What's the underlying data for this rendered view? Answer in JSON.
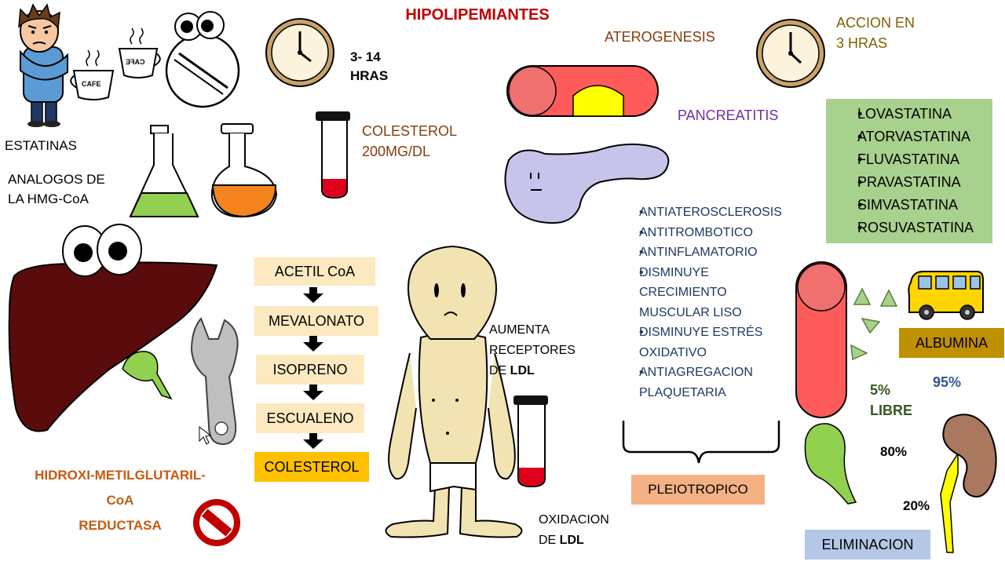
{
  "title": "HIPOLIPEMIANTES",
  "colors": {
    "title_red": "#c00000",
    "brown_text": "#843c0c",
    "orange_text": "#c55a11",
    "purple_text": "#7030a0",
    "olive_text": "#7f6000",
    "navy_text": "#1f3864",
    "dark_green_text": "#375623",
    "blue_text": "#2f5597",
    "pathway_box": "#fde9bf",
    "colesterol_box": "#ffc000",
    "pleiotropico_box": "#f4b183",
    "statin_box": "#a9d18e",
    "albumina_box": "#bf9000",
    "eliminacion_box": "#b4c7e7"
  },
  "icons": [
    "student-icon",
    "coffee-cup-icon",
    "pill-character-icon",
    "clock-icon",
    "flask-icon",
    "test-tube-icon",
    "artery-icon",
    "pancreas-icon",
    "liver-icon",
    "gallbladder-icon",
    "wrench-icon",
    "prohibited-icon",
    "person-icon",
    "kidney-icon",
    "school-bus-icon",
    "arrow-down-icon",
    "brace-icon",
    "triangle-icon"
  ],
  "cup_labels": [
    "CAFE",
    "CAFE"
  ],
  "left": {
    "estatinas": "ESTATINAS",
    "analogos": [
      "ANALOGOS DE",
      "LA HMG-CoA"
    ],
    "enzyme": [
      "HIDROXI-METILGLUTARIL-",
      "CoA",
      "REDUCTASA"
    ]
  },
  "half_life": [
    "3- 14",
    "HRAS"
  ],
  "colesterol_level": [
    "COLESTEROL",
    "200MG/DL"
  ],
  "pathway": [
    "ACETIL CoA",
    "MEVALONATO",
    "ISOPRENO",
    "ESCUALENO",
    "COLESTEROL"
  ],
  "aterogenesis": "ATEROGENESIS",
  "pancreatitis": "PANCREATITIS",
  "accion": [
    "ACCION EN",
    "3 HRAS"
  ],
  "statins": [
    "LOVASTATINA",
    "ATORVASTATINA",
    "FLUVASTATINA",
    "PRAVASTATINA",
    "SIMVASTATINA",
    "ROSUVASTATINA"
  ],
  "effects": [
    [
      "ANTIATEROSCLEROSIS"
    ],
    [
      "ANTITROMBOTICO"
    ],
    [
      "ANTINFLAMATORIO"
    ],
    [
      "DISMINUYE",
      "CRECIMIENTO",
      "MUSCULAR LISO"
    ],
    [
      "DISMINUYE ESTRÉS",
      "OXIDATIVO"
    ],
    [
      "ANTIAGREGACION",
      "PLAQUETARIA"
    ]
  ],
  "pleiotropico": "PLEIOTROPICO",
  "aumenta": {
    "l1": "AUMENTA",
    "l2": "RECEPTORES",
    "l3_pre": "DE ",
    "l3_bold": "LDL"
  },
  "oxidacion": {
    "l1": "OXIDACION",
    "l2_pre": "DE ",
    "l2_bold": "LDL"
  },
  "albumina": "ALBUMINA",
  "percent_bound": "95%",
  "percent_free": "5%",
  "libre": "LIBRE",
  "percent_bile": "80%",
  "percent_renal": "20%",
  "eliminacion": "ELIMINACION"
}
